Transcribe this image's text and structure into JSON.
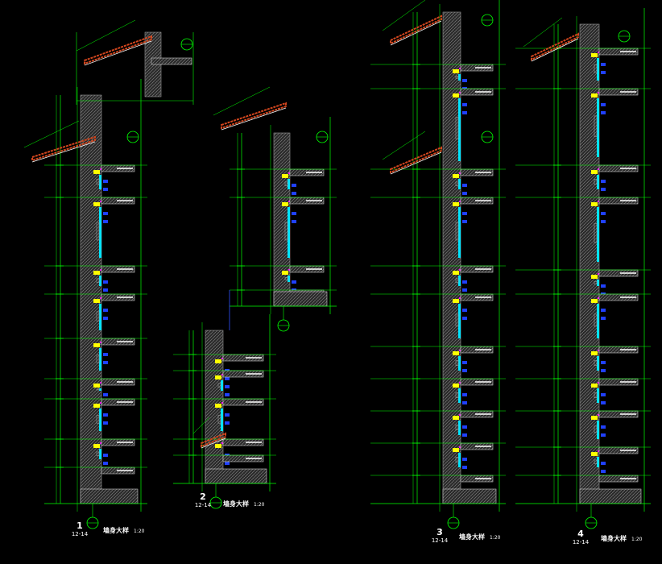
{
  "drawing": {
    "colors": {
      "background": "#000000",
      "dimension": "#00ff00",
      "wall": "#9a9a9a",
      "glass": "#00e5ff",
      "roof": "#d2461e",
      "fixing": "#2040ff",
      "slab_edge": "#ffff00",
      "accent": "#ff00ff"
    },
    "details": [
      {
        "number": "1",
        "ref": "12-14",
        "title": "墙身大样",
        "scale": "1:20"
      },
      {
        "number": "2",
        "ref": "12-14",
        "title": "墙身大样",
        "scale": "1:20"
      },
      {
        "number": "3",
        "ref": "12-14",
        "title": "墙身大样",
        "scale": "1:20"
      },
      {
        "number": "4",
        "ref": "12-14",
        "title": "墙身大样",
        "scale": "1:20"
      }
    ]
  }
}
